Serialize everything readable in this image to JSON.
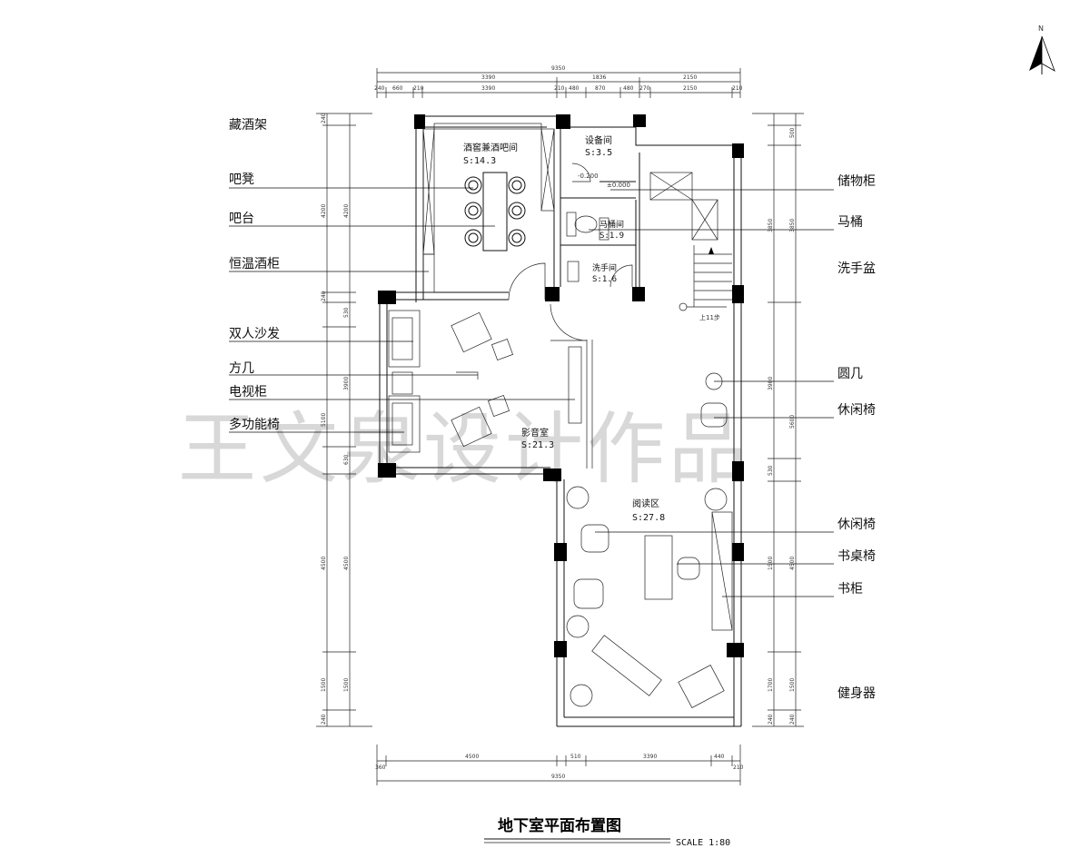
{
  "title": "地下室平面布置图",
  "scale": "SCALE 1:80",
  "watermark": "王文泉设计作品",
  "north": "N",
  "labels_left": [
    "藏酒架",
    "吧凳",
    "吧台",
    "恒温酒柜",
    "双人沙发",
    "方几",
    "电视柜",
    "多功能椅"
  ],
  "labels_right": [
    "储物柜",
    "马桶",
    "洗手盆",
    "圆几",
    "休闲椅",
    "休闲椅",
    "书桌椅",
    "书柜",
    "健身器"
  ],
  "rooms": {
    "wine": {
      "name": "酒窖兼酒吧间",
      "area": "S:14.3"
    },
    "equip": {
      "name": "设备间",
      "area": "S:3.5"
    },
    "toilet": {
      "name": "马桶间",
      "area": "S:1.9"
    },
    "wash": {
      "name": "洗手间",
      "area": "S:1.6"
    },
    "theater": {
      "name": "影音室",
      "area": "S:21.3"
    },
    "reading": {
      "name": "阅读区",
      "area": "S:27.8"
    }
  },
  "levels": {
    "equip": "-0.200",
    "hall": "±0.000"
  },
  "stair_note": "上11步",
  "dims": {
    "top_total": "9350",
    "top_a": "3390",
    "top_b": "1836",
    "top_c": "2150",
    "top_row": [
      "240",
      "660",
      "210",
      "3390",
      "210",
      "480",
      "870",
      "480",
      "270",
      "2150",
      "210"
    ],
    "bottom_total": "9350",
    "bottom_row": [
      "360",
      "4500",
      "510",
      "3390",
      "440",
      "210"
    ],
    "left_outer": [
      "240",
      "4200",
      "240",
      "5100",
      "4500",
      "1500",
      "240"
    ],
    "left_inner": [
      "4200",
      "530",
      "3900",
      "630",
      "4500",
      "1500"
    ],
    "right_outer": [
      "500",
      "3850",
      "5600",
      "4500",
      "1500",
      "240"
    ],
    "right_inner": [
      "3850",
      "3900",
      "530",
      "1500",
      "1700",
      "240"
    ]
  }
}
